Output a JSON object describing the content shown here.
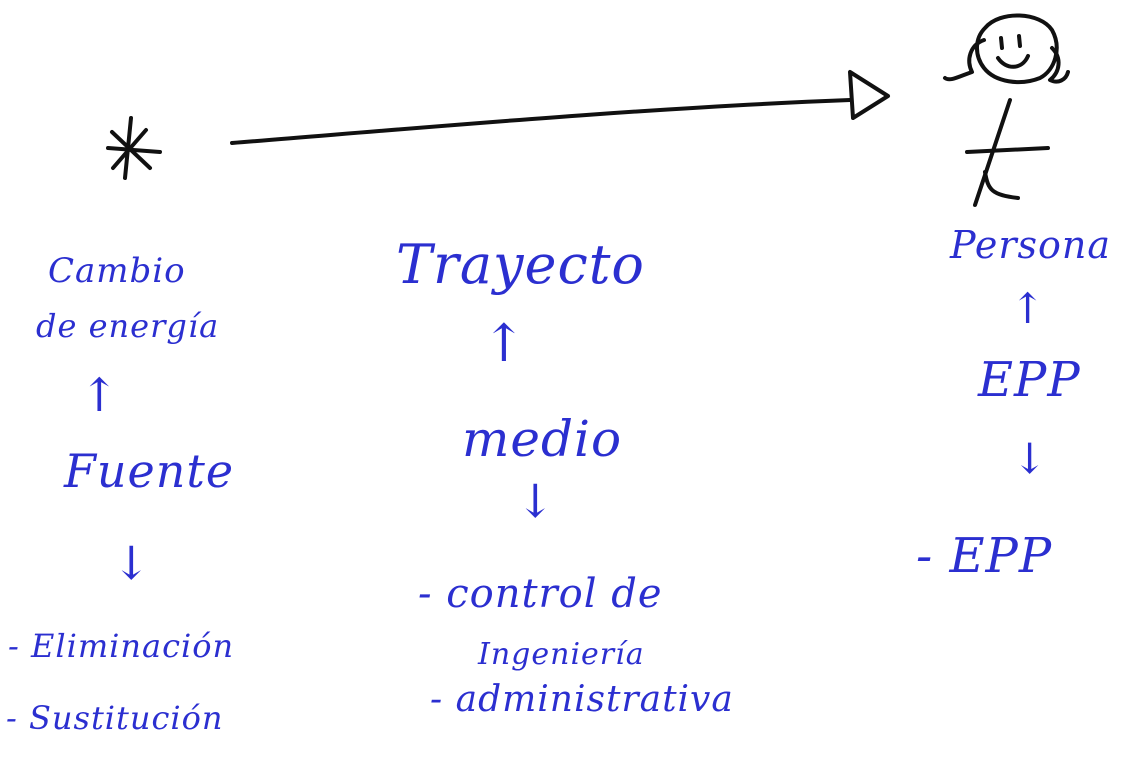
{
  "colors": {
    "ink_blue": "#2b2fd0",
    "ink_black": "#111111",
    "background": "#ffffff"
  },
  "icons": {
    "source_symbol": "asterisk-icon",
    "person_symbol": "stick-figure-icon"
  },
  "columns": {
    "fuente": {
      "heading_line1": "Cambio",
      "heading_line2": "de energía",
      "up_arrow": "↑",
      "node": "Fuente",
      "down_arrow": "↓",
      "controls": [
        "- Eliminación",
        "- Sustitución"
      ]
    },
    "medio": {
      "heading": "Trayecto",
      "up_arrow": "↑",
      "node": "medio",
      "down_arrow": "↓",
      "controls": [
        "- control de",
        "Ingeniería",
        "- administrativa"
      ]
    },
    "persona": {
      "heading": "Persona",
      "up_arrow": "↑",
      "node": "EPP",
      "down_arrow": "↓",
      "controls": [
        "- EPP"
      ]
    }
  }
}
